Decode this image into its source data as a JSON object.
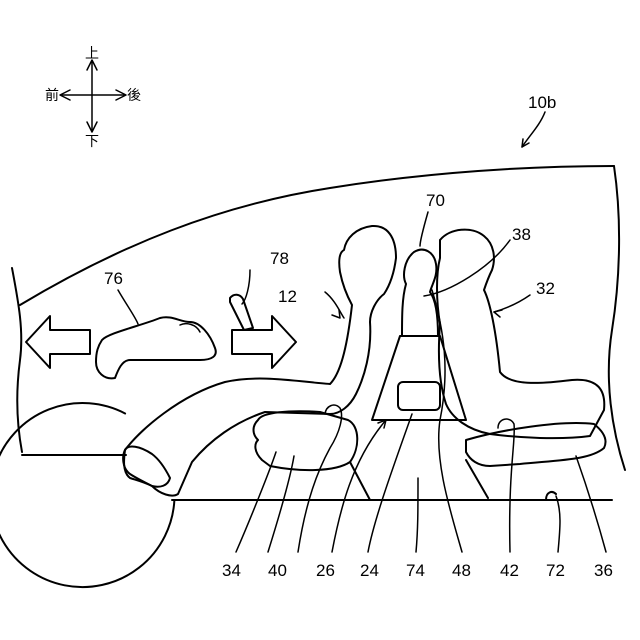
{
  "directions": {
    "up": "上",
    "down": "下",
    "front": "前",
    "rear": "後"
  },
  "figure_ref": "10b",
  "labels": {
    "l12": "12",
    "l32": "32",
    "l38": "38",
    "l70": "70",
    "l76": "76",
    "l78": "78",
    "l34": "34",
    "l40": "40",
    "l26": "26",
    "l24": "24",
    "l74": "74",
    "l48": "48",
    "l42": "42",
    "l72": "72",
    "l36": "36"
  }
}
